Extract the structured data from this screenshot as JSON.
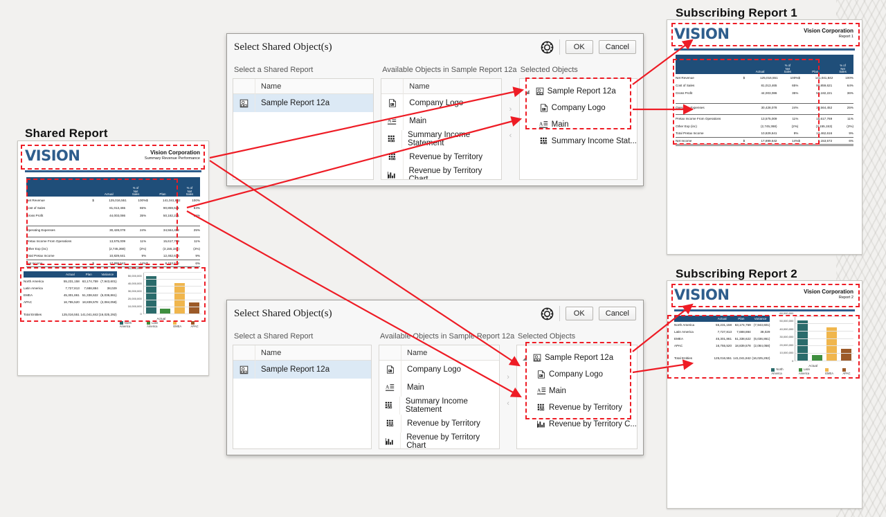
{
  "labels": {
    "shared_report": "Shared Report",
    "subscribing_report_1": "Subscribing Report 1",
    "subscribing_report_2": "Subscribing Report 2"
  },
  "report_header": {
    "logo": "VISION",
    "corp": "Vision Corporation",
    "subtitle_shared": "Summary Revenue Performance",
    "subtitle_sub1": "Report 1",
    "subtitle_sub2": "Report 2"
  },
  "income_statement": {
    "columns": [
      "",
      "Actual",
      "% of Net Sales",
      "Plan",
      "% of Net Sales"
    ],
    "col_head_lines": [
      [
        "Actual"
      ],
      [
        "% of",
        "Net",
        "Sales"
      ],
      [
        "Plan"
      ],
      [
        "% of",
        "Net",
        "Sales"
      ]
    ],
    "rows": [
      {
        "label": "Net Revenue",
        "cur_a": "$",
        "actual": "125,016,551",
        "pct_a": "100%",
        "cur_p": "$",
        "plan": "141,041,842",
        "pct_p": "100%",
        "rule": "none"
      },
      {
        "label": "Cost of Sales",
        "cur_a": "",
        "actual": "81,013,465",
        "pct_a": "65%",
        "cur_p": "",
        "plan": "90,859,621",
        "pct_p": "64%",
        "rule": "none"
      },
      {
        "label": "Gross Profit",
        "cur_a": "",
        "actual": "44,003,086",
        "pct_a": "35%",
        "cur_p": "",
        "plan": "50,182,221",
        "pct_p": "36%",
        "rule": "none"
      },
      {
        "label": "Operating Expenses",
        "cur_a": "",
        "actual": "30,428,078",
        "pct_a": "24%",
        "cur_p": "",
        "plan": "34,564,452",
        "pct_p": "25%",
        "rule": "top"
      },
      {
        "label": "Pretax Income From Operations",
        "cur_a": "",
        "actual": "13,575,009",
        "pct_a": "11%",
        "cur_p": "",
        "plan": "15,617,769",
        "pct_p": "11%",
        "rule": "top"
      },
      {
        "label": "Other Exp (inc)",
        "cur_a": "",
        "actual": "(2,745,368)",
        "pct_a": "(2%)",
        "cur_p": "",
        "plan": "(3,155,153)",
        "pct_p": "(2%)",
        "rule": "none"
      },
      {
        "label": "Total Pretax Income",
        "cur_a": "",
        "actual": "10,829,641",
        "pct_a": "9%",
        "cur_p": "",
        "plan": "12,462,616",
        "pct_p": "9%",
        "rule": "none"
      },
      {
        "label": "Net Income",
        "cur_a": "$",
        "actual": "17,899,542",
        "pct_a": "14%",
        "cur_p": "$",
        "plan": "8,153,572",
        "pct_p": "6%",
        "rule": "double"
      }
    ]
  },
  "territory_table": {
    "columns": [
      "",
      "Actual",
      "Plan",
      "Variance"
    ],
    "rows": [
      {
        "label": "North America",
        "actual": "55,231,158",
        "plan": "63,174,759",
        "variance": "(7,943,601)",
        "negative": true
      },
      {
        "label": "Latin America",
        "actual": "7,727,813",
        "plan": "7,688,884",
        "variance": "38,029",
        "negative": false
      },
      {
        "label": "EMEA",
        "actual": "45,301,861",
        "plan": "51,338,622",
        "variance": "(6,036,861)",
        "negative": true
      },
      {
        "label": "APAC",
        "actual": "16,755,520",
        "plan": "18,839,578",
        "variance": "(2,084,058)",
        "negative": true
      }
    ],
    "total": {
      "label": "Total Entities",
      "actual": "125,016,551",
      "plan": "141,041,842",
      "variance": "(16,025,292)",
      "negative": true
    }
  },
  "chart_data": {
    "type": "bar",
    "title": "",
    "categories": [
      "Actual"
    ],
    "xlabel": "Actual",
    "ylabel": "",
    "ylim": [
      0,
      60000000
    ],
    "yticks": [
      "0",
      "10,000,000",
      "20,000,000",
      "30,000,000",
      "40,000,000",
      "50,000,000",
      "60,000,000"
    ],
    "grid": true,
    "legend_position": "bottom",
    "series": [
      {
        "name": "North America",
        "values": [
          55231158
        ],
        "color": "#2a6b6b"
      },
      {
        "name": "Latin America",
        "values": [
          7727813
        ],
        "color": "#3f8f3f"
      },
      {
        "name": "EMEA",
        "values": [
          45301861
        ],
        "color": "#f0b64d"
      },
      {
        "name": "APAC",
        "values": [
          16755520
        ],
        "color": "#9c5a28"
      }
    ]
  },
  "dialog": {
    "title": "Select Shared Object(s)",
    "ok_label": "OK",
    "cancel_label": "Cancel",
    "gear_icon": "settings-icon",
    "left_col_header": "Select a Shared Report",
    "middle_col_header": "Available Objects in Sample Report 12a",
    "right_col_header": "Selected Objects",
    "name_column": "Name",
    "shared_report_row": "Sample Report 12a",
    "move_right_icon": "chevron-right-icon",
    "move_left_icon": "chevron-left-icon",
    "available_objects": [
      {
        "label": "Company Logo",
        "icon": "image-object-icon"
      },
      {
        "label": "Main",
        "icon": "text-object-icon"
      },
      {
        "label": "Summary Income Statement",
        "icon": "grid-object-icon"
      },
      {
        "label": "Revenue by Territory",
        "icon": "grid-object-icon"
      },
      {
        "label": "Revenue by Territory Chart",
        "icon": "chart-object-icon"
      }
    ],
    "selected_1": {
      "root": "Sample Report 12a",
      "children": [
        {
          "label": "Company Logo",
          "icon": "image-object-icon"
        },
        {
          "label": "Main",
          "icon": "text-object-icon"
        },
        {
          "label": "Summary Income Stat...",
          "icon": "grid-object-icon"
        }
      ]
    },
    "selected_2": {
      "root": "Sample Report 12a",
      "children": [
        {
          "label": "Company Logo",
          "icon": "image-object-icon"
        },
        {
          "label": "Main",
          "icon": "text-object-icon"
        },
        {
          "label": "Revenue by Territory",
          "icon": "grid-object-icon"
        },
        {
          "label": "Revenue by Territory C...",
          "icon": "chart-object-icon"
        }
      ]
    }
  },
  "colors": {
    "highlight": "#ee1c25",
    "arrow": "#ee1c25",
    "table_header": "#1f4e79",
    "brand": "#2e5d8c",
    "selection": "#dce9f5",
    "negative": "#d61f1f"
  }
}
